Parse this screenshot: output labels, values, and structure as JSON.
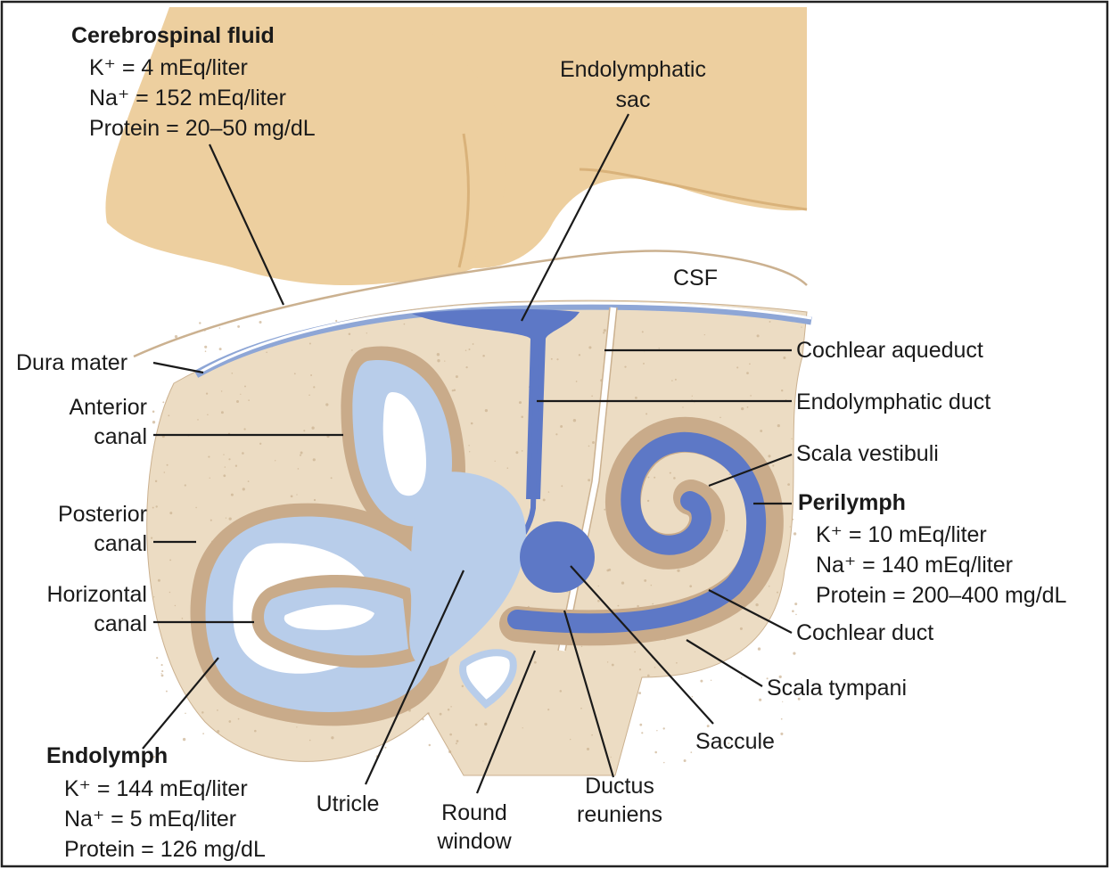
{
  "colors": {
    "brain": "#edcf9f",
    "brain_shadow": "#d9b27a",
    "bone": "#ecdcc3",
    "bone_edge": "#cbb190",
    "perilymph_tan": "#c9ab8a",
    "endolymph_blue": "#b8cdea",
    "duct_blue": "#5d78c6",
    "dura_blue": "#8ea6d6"
  },
  "csf_group": {
    "title": "Cerebrospinal fluid",
    "k": "K⁺ = 4 mEq/liter",
    "na": "Na⁺ = 152 mEq/liter",
    "protein": "Protein = 20–50 mg/dL"
  },
  "endolymph_group": {
    "title": "Endolymph",
    "k": "K⁺ = 144 mEq/liter",
    "na": "Na⁺ = 5 mEq/liter",
    "protein": "Protein = 126 mg/dL"
  },
  "perilymph_group": {
    "title": "Perilymph",
    "k": "K⁺ = 10 mEq/liter",
    "na": "Na⁺ = 140 mEq/liter",
    "protein": "Protein = 200–400 mg/dL"
  },
  "labels": {
    "endolymphatic_sac_1": "Endolymphatic",
    "endolymphatic_sac_2": "sac",
    "csf": "CSF",
    "dura_mater": "Dura mater",
    "anterior_canal_1": "Anterior",
    "anterior_canal_2": "canal",
    "posterior_canal_1": "Posterior",
    "posterior_canal_2": "canal",
    "horizontal_canal_1": "Horizontal",
    "horizontal_canal_2": "canal",
    "cochlear_aqueduct": "Cochlear aqueduct",
    "endolymphatic_duct": "Endolymphatic duct",
    "scala_vestibuli": "Scala vestibuli",
    "cochlear_duct": "Cochlear duct",
    "scala_tympani": "Scala tympani",
    "saccule": "Saccule",
    "ductus_reuniens_1": "Ductus",
    "ductus_reuniens_2": "reuniens",
    "round_window_1": "Round",
    "round_window_2": "window",
    "utricle": "Utricle"
  }
}
